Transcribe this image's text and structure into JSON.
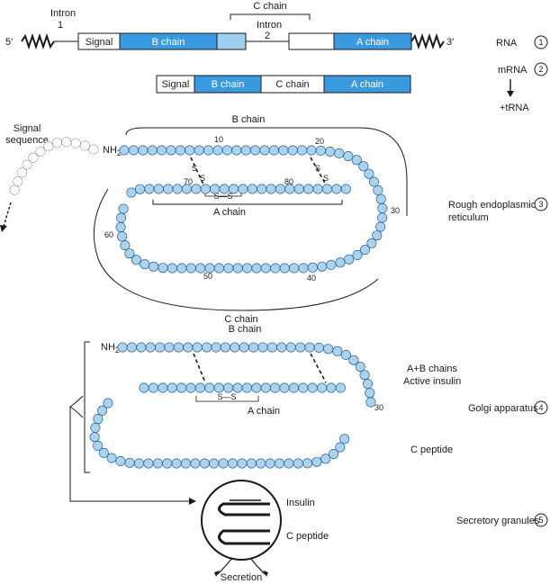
{
  "gene": {
    "label_5prime": "5′",
    "label_3prime": "3′",
    "intron1": [
      "Intron",
      "1"
    ],
    "intron2": [
      "Intron",
      "2"
    ],
    "c_chain_bracket": "C chain",
    "signal": "Signal",
    "b_chain": "B chain",
    "a_chain": "A chain"
  },
  "mrna_bar": {
    "signal": "Signal",
    "b_chain": "B chain",
    "c_chain": "C chain",
    "a_chain": "A chain"
  },
  "steps": [
    {
      "num": "1",
      "label": "RNA"
    },
    {
      "num": "2",
      "label": "mRNA"
    },
    {
      "num": "3",
      "label": "Rough endoplasmic reticulum"
    },
    {
      "num": "4",
      "label": "Golgi apparatus"
    },
    {
      "num": "5",
      "label": "Secretory granules"
    }
  ],
  "trna": "+tRNA",
  "proinsulin": {
    "signal_sequence": [
      "Signal",
      "sequence"
    ],
    "b_chain": "B chain",
    "a_chain": "A chain",
    "c_chain": "C chain",
    "nh2": "NH",
    "nh2_sub": "2",
    "ss": "S—S",
    "s": "S",
    "numbers": [
      "10",
      "20",
      "30",
      "40",
      "50",
      "60",
      "70",
      "80"
    ]
  },
  "golgi": {
    "b_chain": "B chain",
    "a_chain": "A chain",
    "ab_label": [
      "A+B chains",
      "Active insulin"
    ],
    "c_peptide": "C peptide",
    "nh2": "NH",
    "nh2_sub": "2",
    "ss": "S—S",
    "thr30": "30"
  },
  "granule": {
    "insulin": "Insulin",
    "c_peptide": "C peptide",
    "secretion": "Secretion"
  },
  "colors": {
    "blue": "#3a9ae0",
    "light_blue": "#9fd0f2",
    "bead": "#a8d4f2",
    "bead_stroke": "#1c4e7a",
    "line": "#1a1a1a"
  }
}
